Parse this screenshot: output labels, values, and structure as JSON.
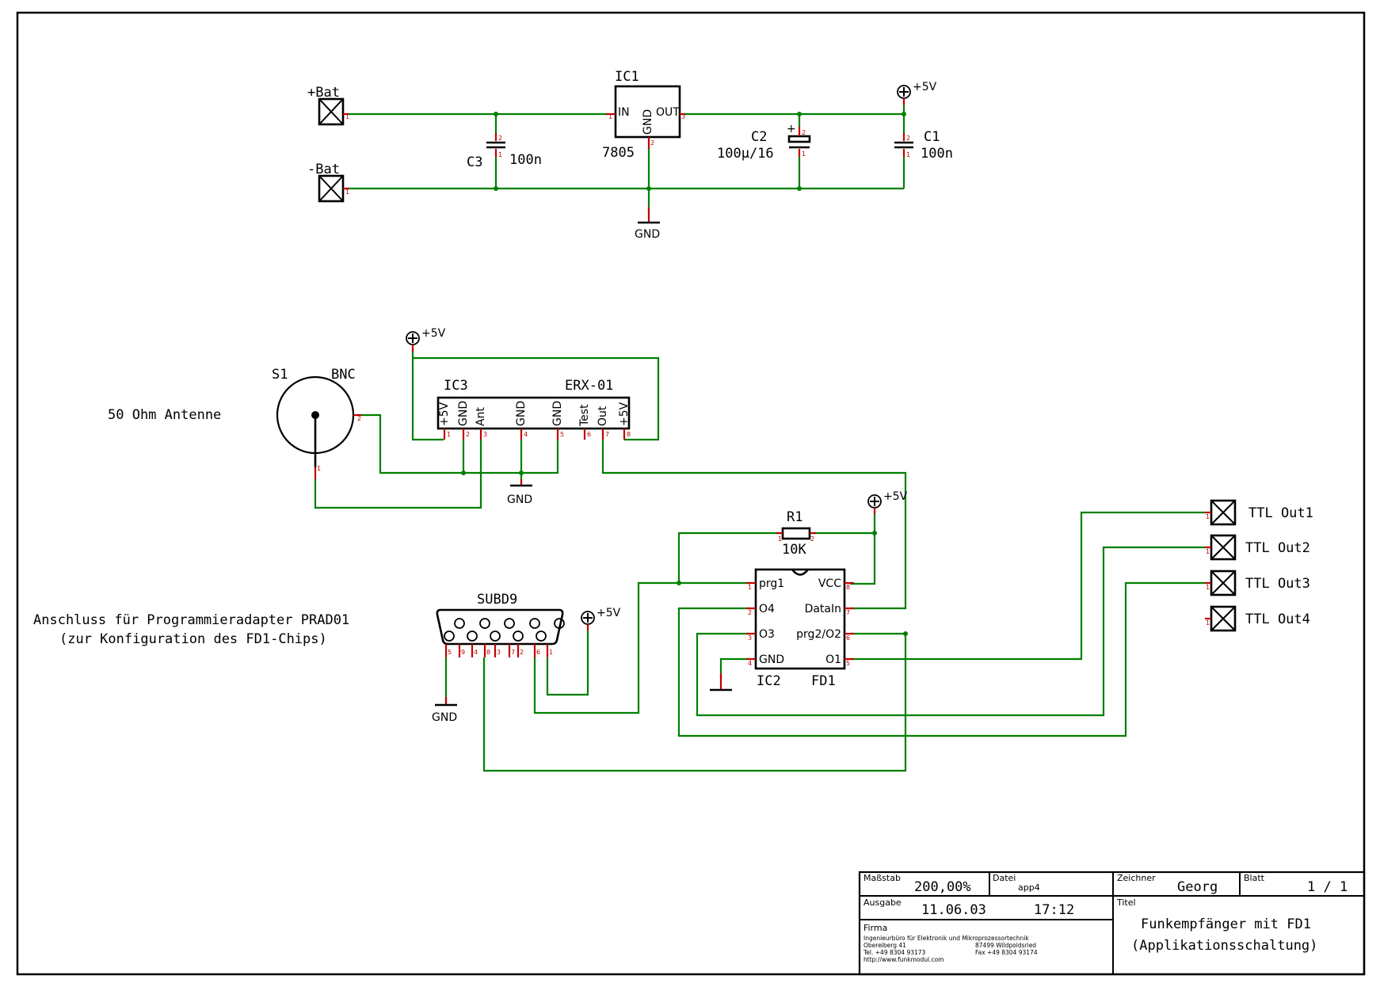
{
  "power": {
    "bat_plus": "+Bat",
    "bat_minus": "-Bat",
    "ic1": {
      "name": "IC1",
      "value": "7805",
      "pin_in": "IN",
      "pin_out": "OUT",
      "pin_gnd": "GND"
    },
    "c3": {
      "name": "C3",
      "value": "100n"
    },
    "c2": {
      "name": "C2",
      "value": "100µ/16"
    },
    "c1": {
      "name": "C1",
      "value": "100n"
    },
    "vcc": "+5V",
    "gnd": "GND"
  },
  "receiver": {
    "s1": {
      "name": "S1",
      "value": "BNC"
    },
    "antenna_label": "50 Ohm Antenne",
    "ic3": {
      "name": "IC3",
      "value": "ERX-01",
      "pins": [
        "+5V",
        "GND",
        "Ant",
        "GND",
        "GND",
        "Test",
        "Out",
        "+5V"
      ]
    },
    "vcc": "+5V",
    "gnd": "GND"
  },
  "decoder": {
    "r1": {
      "name": "R1",
      "value": "10K"
    },
    "ic2": {
      "name": "IC2",
      "value": "FD1",
      "pins_left": [
        "prg1",
        "O4",
        "O3",
        "GND"
      ],
      "pins_right": [
        "VCC",
        "DataIn",
        "prg2/O2",
        "O1"
      ]
    },
    "vcc": "+5V",
    "outputs": [
      "TTL Out1",
      "TTL Out2",
      "TTL Out3",
      "TTL Out4"
    ]
  },
  "programming": {
    "subd_name": "SUBD9",
    "note_line1": "Anschluss für Programmieradapter PRAD01",
    "note_line2": "(zur Konfiguration des FD1-Chips)",
    "vcc": "+5V",
    "gnd": "GND"
  },
  "title_block": {
    "scale_label": "Maßstab",
    "scale_value": "200,00%",
    "file_label": "Datei",
    "file_value": "app4",
    "drawer_label": "Zeichner",
    "drawer_value": "Georg",
    "sheet_label": "Blatt",
    "sheet_value": "1 / 1",
    "issue_label": "Ausgabe",
    "issue_date": "11.06.03",
    "issue_time": "17:12",
    "title_label": "Titel",
    "title_line1": "Funkempfänger mit FD1",
    "title_line2": "(Applikationsschaltung)",
    "company_label": "Firma",
    "company_lines": [
      "Ingenieurbüro für Elektronik und Mikroprozessortechnik",
      "Obereiberg 41",
      "Tel. +49 8304 93173",
      "http://www.funkmodul.com"
    ],
    "company_lines_right": [
      "87499 Wildpoldsried",
      "Fax +49 8304 93174"
    ]
  }
}
